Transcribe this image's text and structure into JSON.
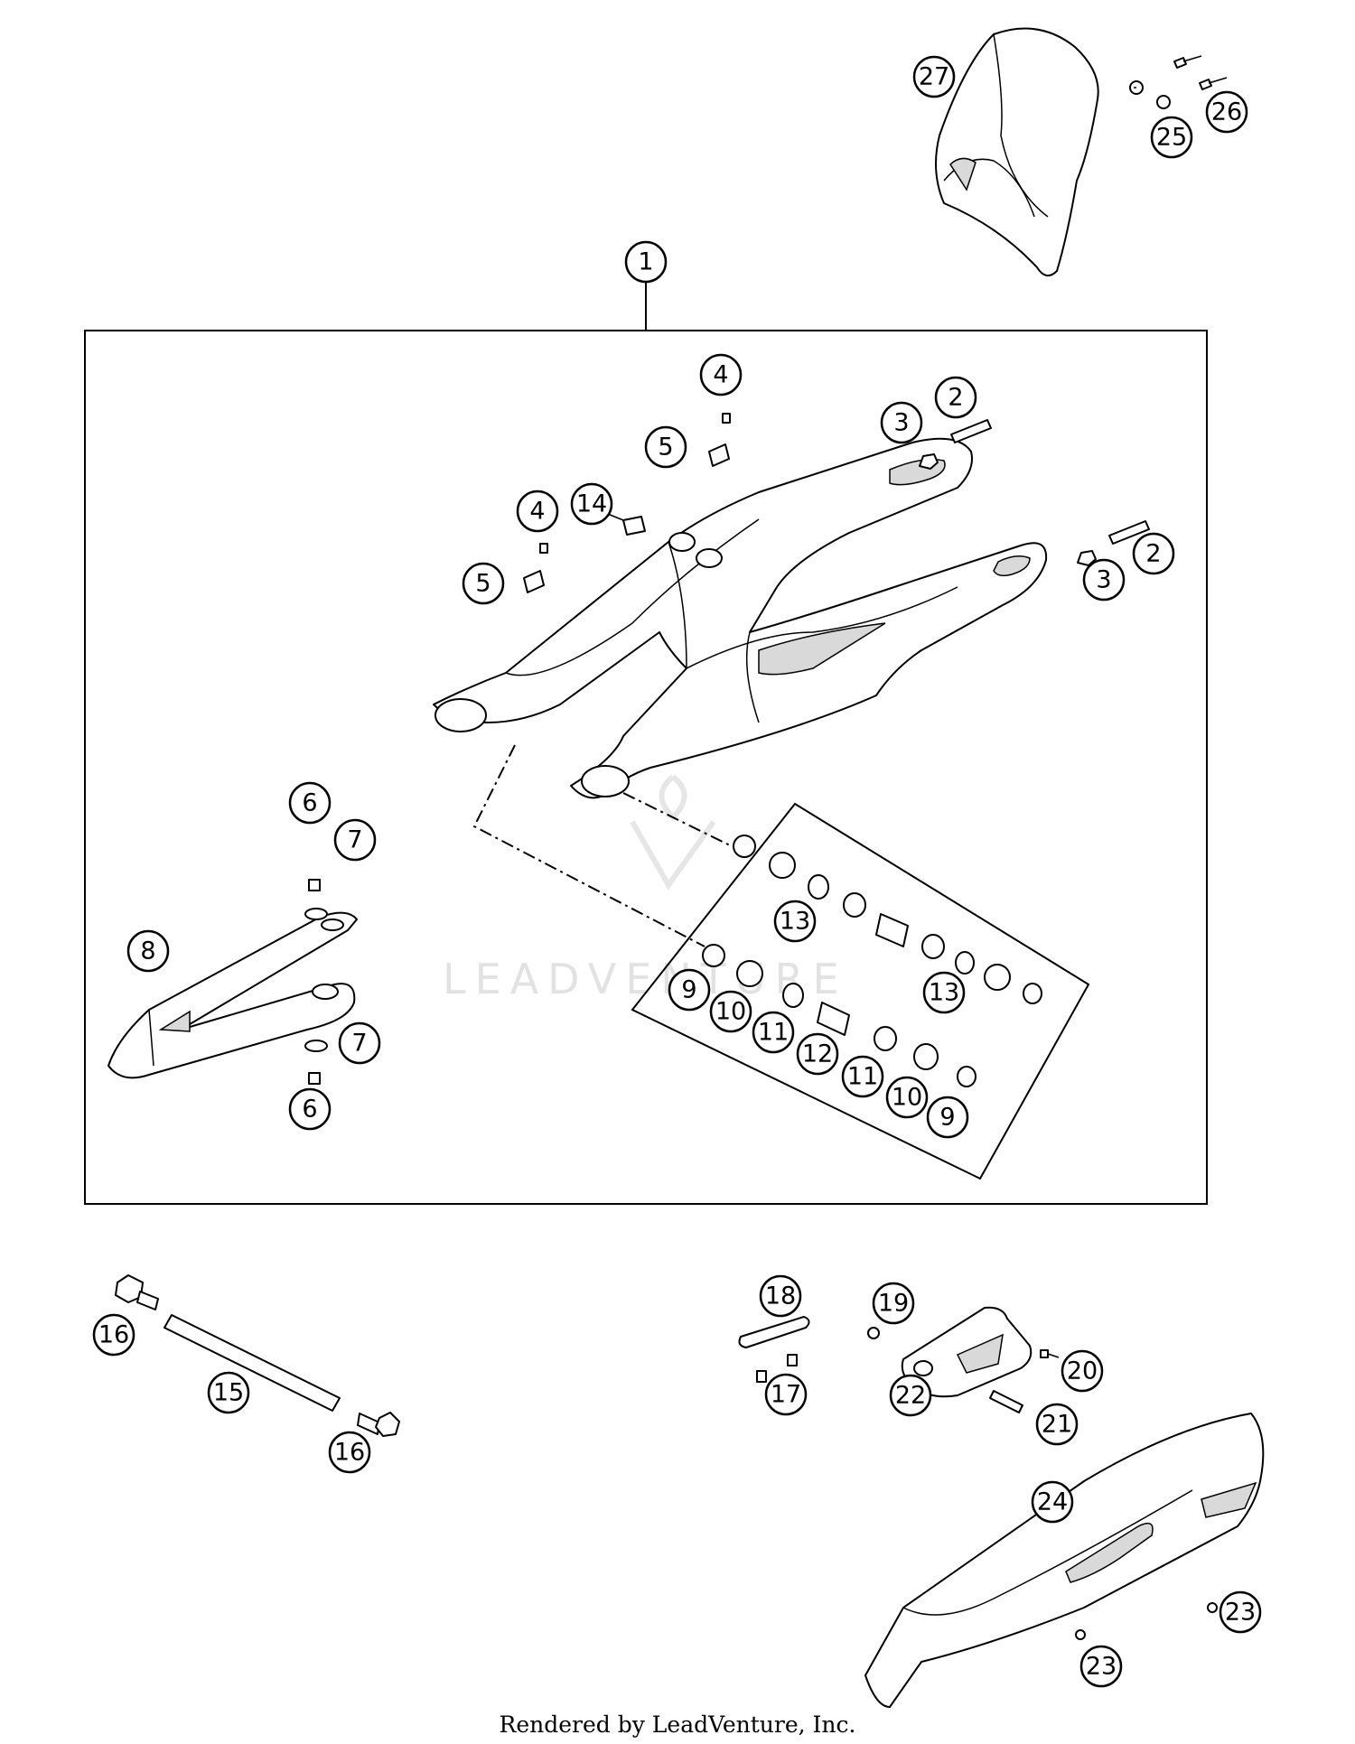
{
  "footer": {
    "text": "Rendered by LeadVenture, Inc."
  },
  "watermark": {
    "text": "LEADVENTURE"
  },
  "callouts": [
    {
      "id": "c1",
      "label": "1"
    },
    {
      "id": "c2a",
      "label": "2"
    },
    {
      "id": "c2b",
      "label": "2"
    },
    {
      "id": "c3a",
      "label": "3"
    },
    {
      "id": "c3b",
      "label": "3"
    },
    {
      "id": "c4a",
      "label": "4"
    },
    {
      "id": "c4b",
      "label": "4"
    },
    {
      "id": "c5a",
      "label": "5"
    },
    {
      "id": "c5b",
      "label": "5"
    },
    {
      "id": "c6a",
      "label": "6"
    },
    {
      "id": "c6b",
      "label": "6"
    },
    {
      "id": "c7a",
      "label": "7"
    },
    {
      "id": "c7b",
      "label": "7"
    },
    {
      "id": "c8",
      "label": "8"
    },
    {
      "id": "c9a",
      "label": "9"
    },
    {
      "id": "c9b",
      "label": "9"
    },
    {
      "id": "c10a",
      "label": "10"
    },
    {
      "id": "c10b",
      "label": "10"
    },
    {
      "id": "c11a",
      "label": "11"
    },
    {
      "id": "c11b",
      "label": "11"
    },
    {
      "id": "c12",
      "label": "12"
    },
    {
      "id": "c13a",
      "label": "13"
    },
    {
      "id": "c13b",
      "label": "13"
    },
    {
      "id": "c14",
      "label": "14"
    },
    {
      "id": "c15",
      "label": "15"
    },
    {
      "id": "c16a",
      "label": "16"
    },
    {
      "id": "c16b",
      "label": "16"
    },
    {
      "id": "c17",
      "label": "17"
    },
    {
      "id": "c18",
      "label": "18"
    },
    {
      "id": "c19",
      "label": "19"
    },
    {
      "id": "c20",
      "label": "20"
    },
    {
      "id": "c21",
      "label": "21"
    },
    {
      "id": "c22",
      "label": "22"
    },
    {
      "id": "c23a",
      "label": "23"
    },
    {
      "id": "c23b",
      "label": "23"
    },
    {
      "id": "c24",
      "label": "24"
    },
    {
      "id": "c25",
      "label": "25"
    },
    {
      "id": "c26",
      "label": "26"
    },
    {
      "id": "c27",
      "label": "27"
    }
  ]
}
